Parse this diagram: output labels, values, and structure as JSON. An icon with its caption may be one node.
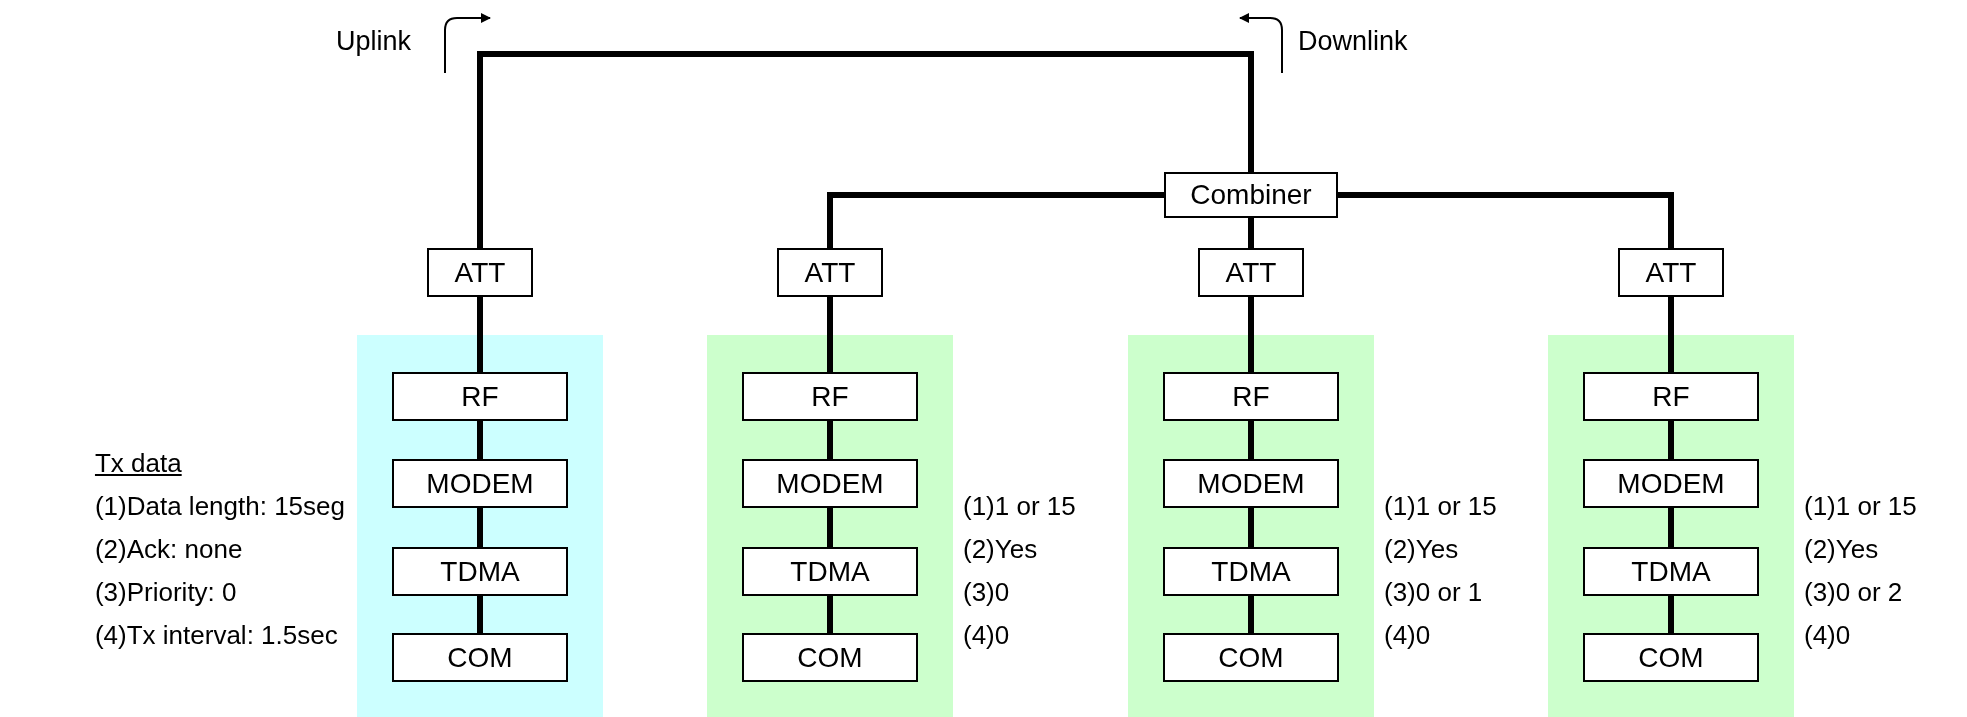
{
  "diagram": {
    "nodes": [
      {
        "text": [
          "Combiner"
        ]
      },
      {
        "text": [
          "ATT"
        ]
      },
      {
        "text": [],
        "shape": "box",
        "beside": [
          "Tx data",
          "(1)Data length: 15seg",
          "(2)Ack: none",
          "(3)Priority: 0",
          "(4)Tx interval: 1.5sec"
        ]
      },
      {
        "text": [
          "RF"
        ],
        "in": 2
      },
      {
        "text": [
          "MODEM"
        ],
        "in": 2
      },
      {
        "text": [
          "TDMA"
        ],
        "in": 2
      },
      {
        "text": [
          "COM"
        ],
        "in": 2
      },
      {
        "text": [
          "ATT"
        ]
      },
      {
        "text": [],
        "shape": "box",
        "beside": [
          "(1)1 or 15",
          "(2)Yes",
          "(3)0",
          "(4)0"
        ]
      },
      {
        "text": [
          "RF"
        ],
        "in": 8
      },
      {
        "text": [
          "MODEM"
        ],
        "in": 8
      },
      {
        "text": [
          "TDMA"
        ],
        "in": 8
      },
      {
        "text": [
          "COM"
        ],
        "in": 8
      },
      {
        "text": [
          "ATT"
        ]
      },
      {
        "text": [],
        "shape": "box",
        "beside": [
          "(1)1 or 15",
          "(2)Yes",
          "(3)0 or 1",
          "(4)0"
        ]
      },
      {
        "text": [
          "RF"
        ],
        "in": 14
      },
      {
        "text": [
          "MODEM"
        ],
        "in": 14
      },
      {
        "text": [
          "TDMA"
        ],
        "in": 14
      },
      {
        "text": [
          "COM"
        ],
        "in": 14
      },
      {
        "text": [
          "ATT"
        ]
      },
      {
        "text": [],
        "shape": "box",
        "beside": [
          "(1)1 or 15",
          "(2)Yes",
          "(3)0 or 2",
          "(4)0"
        ]
      },
      {
        "text": [
          "RF"
        ],
        "in": 20
      },
      {
        "text": [
          "MODEM"
        ],
        "in": 20
      },
      {
        "text": [
          "TDMA"
        ],
        "in": 20
      },
      {
        "text": [
          "COM"
        ],
        "in": 20
      }
    ],
    "edges": [
      {
        "from": 0,
        "to": 1,
        "arrow": "none"
      },
      {
        "from": 1,
        "to": 3,
        "arrow": "none"
      },
      {
        "from": 3,
        "to": 4,
        "arrow": "none"
      },
      {
        "from": 4,
        "to": 5,
        "arrow": "none"
      },
      {
        "from": 5,
        "to": 6,
        "arrow": "none"
      },
      {
        "from": 0,
        "to": 7,
        "arrow": "none"
      },
      {
        "from": 7,
        "to": 9,
        "arrow": "none"
      },
      {
        "from": 9,
        "to": 10,
        "arrow": "none"
      },
      {
        "from": 10,
        "to": 11,
        "arrow": "none"
      },
      {
        "from": 11,
        "to": 12,
        "arrow": "none"
      },
      {
        "from": 0,
        "to": 13,
        "arrow": "none"
      },
      {
        "from": 13,
        "to": 15,
        "arrow": "none"
      },
      {
        "from": 15,
        "to": 16,
        "arrow": "none"
      },
      {
        "from": 16,
        "to": 17,
        "arrow": "none"
      },
      {
        "from": 17,
        "to": 18,
        "arrow": "none"
      },
      {
        "from": 0,
        "to": 19,
        "arrow": "none"
      },
      {
        "from": 19,
        "to": 21,
        "arrow": "none"
      },
      {
        "from": 21,
        "to": 22,
        "arrow": "none"
      },
      {
        "from": 22,
        "to": 23,
        "arrow": "none"
      },
      {
        "from": 23,
        "to": 24,
        "arrow": "none"
      }
    ],
    "labels": [
      "Uplink",
      "Downlink"
    ]
  }
}
